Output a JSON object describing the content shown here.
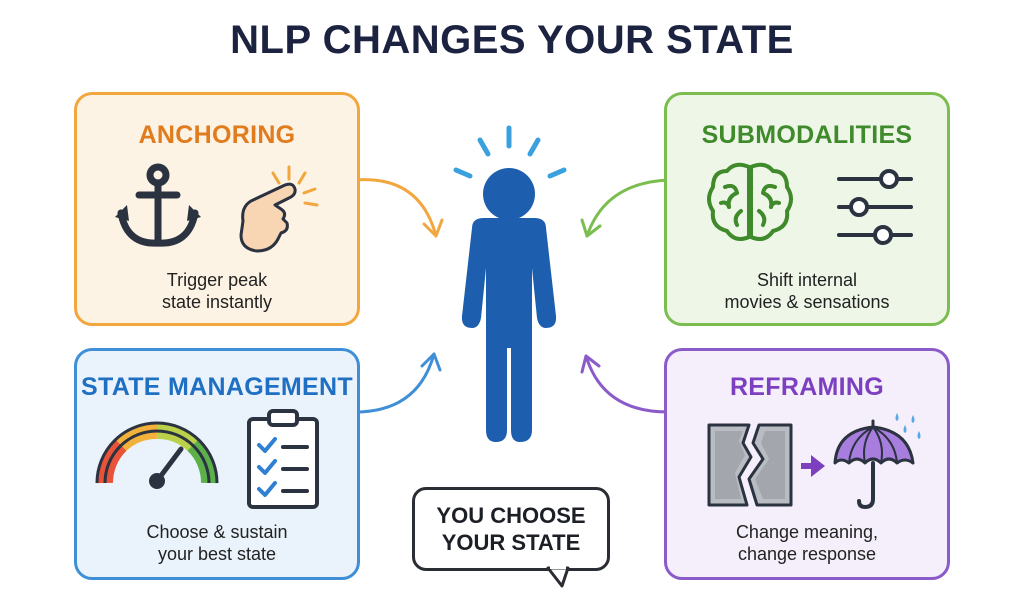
{
  "title": "NLP CHANGES YOUR STATE",
  "cards": {
    "anchoring": {
      "title": "ANCHORING",
      "desc_line1": "Trigger peak",
      "desc_line2": "state instantly",
      "color": "#e07b1e"
    },
    "submodalities": {
      "title": "SUBMODALITIES",
      "desc_line1": "Shift internal",
      "desc_line2": "movies & sensations",
      "color": "#3f8a2a"
    },
    "state_management": {
      "title": "STATE MANAGEMENT",
      "desc_line1": "Choose & sustain",
      "desc_line2": "your best state",
      "color": "#1f6fc2"
    },
    "reframing": {
      "title": "REFRAMING",
      "desc_line1": "Change meaning,",
      "desc_line2": "change response",
      "color": "#7b3fbf"
    }
  },
  "bubble": {
    "line1": "YOU CHOOSE",
    "line2": "YOUR STATE"
  },
  "icons": [
    "anchor-icon",
    "pointing-hand-icon",
    "brain-icon",
    "sliders-icon",
    "gauge-icon",
    "checklist-icon",
    "broken-wall-icon",
    "umbrella-icon",
    "person-icon"
  ]
}
